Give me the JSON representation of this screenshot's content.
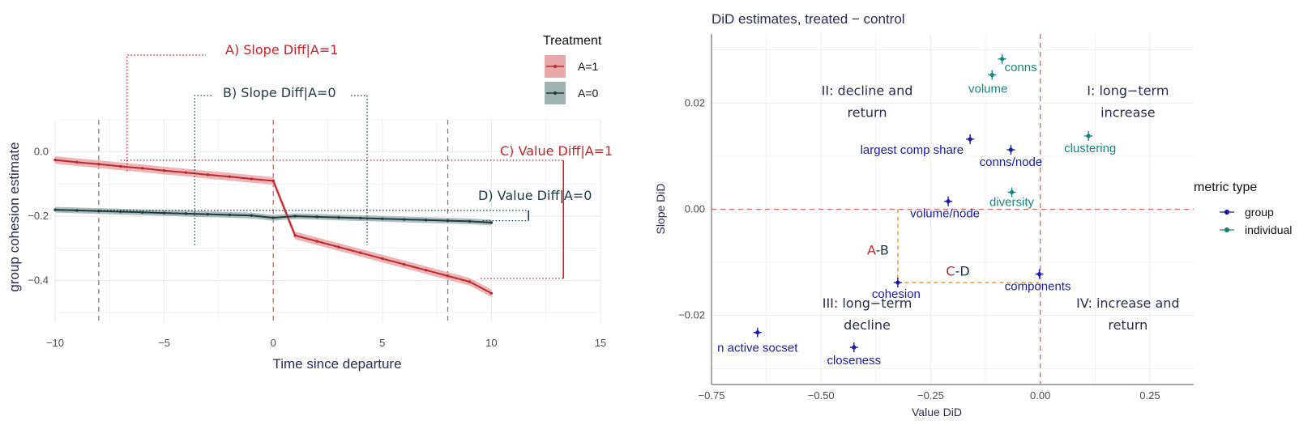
{
  "colors": {
    "treated": "#c0272d",
    "treated_band": "#e9a9ab",
    "control": "#1f3a3d",
    "control_band": "#9fb3b3",
    "group": "#1a1aa6",
    "individual": "#14877a",
    "orange": "#f2a33a",
    "ref_red": "#d46a6a",
    "ref_gray": "#808080",
    "grid": "#ebebeb"
  },
  "chart_data": [
    {
      "type": "line",
      "xlabel": "Time since departure",
      "ylabel": "group cohesion estimate",
      "xlim": [
        -10,
        15
      ],
      "ylim": [
        -0.53,
        0.1
      ],
      "xticks": [
        -10,
        -5,
        0,
        5,
        10,
        15
      ],
      "xtick_labels": [
        "−10",
        "−5",
        "0",
        "5",
        "10",
        "15"
      ],
      "yticks": [
        0.0,
        -0.2,
        -0.4
      ],
      "ytick_labels": [
        "0.0",
        "−0.2",
        "−0.4"
      ],
      "grid": true,
      "vlines_gray": [
        -8,
        8
      ],
      "vline_red": 0,
      "legend": {
        "title": "Treatment",
        "position": "right",
        "entries": [
          "A=1",
          "A=0"
        ]
      },
      "series": [
        {
          "name": "A=1",
          "x": [
            -10,
            -9,
            -8,
            -7,
            -6,
            -5,
            -4,
            -3,
            -2,
            -1,
            0,
            1,
            2,
            3,
            4,
            5,
            6,
            7,
            8,
            9,
            10
          ],
          "values": [
            -0.025,
            -0.032,
            -0.038,
            -0.045,
            -0.051,
            -0.058,
            -0.064,
            -0.071,
            -0.077,
            -0.084,
            -0.09,
            -0.26,
            -0.278,
            -0.296,
            -0.314,
            -0.332,
            -0.35,
            -0.368,
            -0.386,
            -0.404,
            -0.44
          ],
          "band": 0.012
        },
        {
          "name": "A=0",
          "x": [
            -10,
            -9,
            -8,
            -7,
            -6,
            -5,
            -4,
            -3,
            -2,
            -1,
            0,
            1,
            2,
            3,
            4,
            5,
            6,
            7,
            8,
            9,
            10
          ],
          "values": [
            -0.18,
            -0.182,
            -0.184,
            -0.186,
            -0.188,
            -0.19,
            -0.192,
            -0.194,
            -0.196,
            -0.198,
            -0.205,
            -0.2,
            -0.202,
            -0.204,
            -0.206,
            -0.208,
            -0.21,
            -0.212,
            -0.214,
            -0.216,
            -0.22
          ],
          "band": 0.009
        }
      ],
      "annotations": {
        "slope_a1": "A) Slope Diff|A=1",
        "slope_a0": "B) Slope Diff|A=0",
        "value_a1": "C) Value Diff|A=1",
        "value_a0": "D) Value Diff|A=0"
      }
    },
    {
      "type": "scatter",
      "title": "DiD estimates, treated − control",
      "xlabel": "Value DiD",
      "ylabel": "Slope DiD",
      "xlim": [
        -0.75,
        0.35
      ],
      "ylim": [
        -0.033,
        0.033
      ],
      "xticks": [
        -0.75,
        -0.5,
        -0.25,
        0.0,
        0.25
      ],
      "xtick_labels": [
        "−0.75",
        "−0.50",
        "−0.25",
        "0.00",
        "0.25"
      ],
      "yticks": [
        0.02,
        0.0,
        -0.02
      ],
      "ytick_labels": [
        "0.02",
        "0.00",
        "−0.02"
      ],
      "grid": true,
      "legend": {
        "title": "metric type",
        "position": "right",
        "entries": [
          "group",
          "individual"
        ]
      },
      "quadrants": [
        {
          "line1": "I: long−term",
          "line2": "increase",
          "x": 0.2,
          "y": 0.0215
        },
        {
          "line1": "II: decline and",
          "line2": "return",
          "x": -0.395,
          "y": 0.0215
        },
        {
          "line1": "III: long−term",
          "line2": "decline",
          "x": -0.395,
          "y": -0.0185
        },
        {
          "line1": "IV: increase and",
          "line2": "return",
          "x": 0.2,
          "y": -0.0185
        }
      ],
      "points": [
        {
          "label": "conns",
          "type": "individual",
          "x": -0.087,
          "y": 0.0283
        },
        {
          "label": "volume",
          "type": "individual",
          "x": -0.11,
          "y": 0.0253
        },
        {
          "label": "clustering",
          "type": "individual",
          "x": 0.11,
          "y": 0.0138
        },
        {
          "label": "diversity",
          "type": "individual",
          "x": -0.065,
          "y": 0.0032
        },
        {
          "label": "largest comp share",
          "type": "group",
          "x": -0.16,
          "y": 0.0132
        },
        {
          "label": "conns/node",
          "type": "group",
          "x": -0.067,
          "y": 0.0112
        },
        {
          "label": "volume/node",
          "type": "group",
          "x": -0.21,
          "y": 0.0015
        },
        {
          "label": "cohesion",
          "type": "group",
          "x": -0.325,
          "y": -0.0138
        },
        {
          "label": "components",
          "type": "group",
          "x": -0.002,
          "y": -0.0122
        },
        {
          "label": "n active socset",
          "type": "group",
          "x": -0.645,
          "y": -0.0232
        },
        {
          "label": "closeness",
          "type": "group",
          "x": -0.425,
          "y": -0.026
        }
      ],
      "diff_labels": {
        "ab_left": "A",
        "ab_right": "B",
        "cd_left": "C",
        "cd_right": "D"
      }
    }
  ]
}
